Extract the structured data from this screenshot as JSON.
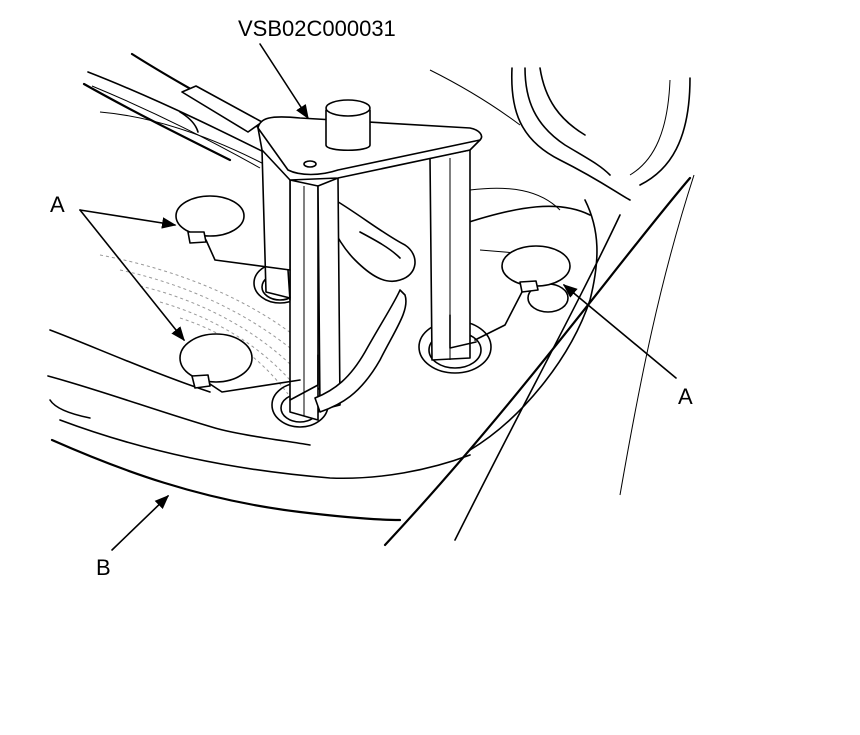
{
  "tool_code": "VSB02C000031",
  "callouts": {
    "plug_left": "A",
    "plug_right": "A",
    "part_b": "B"
  }
}
